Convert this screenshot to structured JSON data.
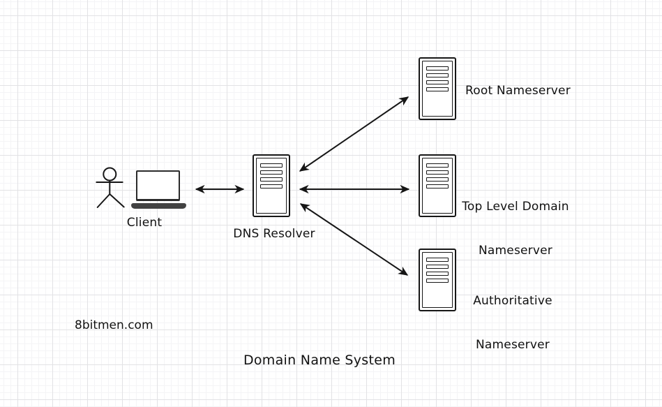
{
  "diagram": {
    "title": "Domain Name System",
    "watermark": "8bitmen.com",
    "nodes": {
      "client": {
        "label": "Client",
        "icon": "person-and-laptop"
      },
      "resolver": {
        "label": "DNS Resolver",
        "icon": "server"
      },
      "root_ns": {
        "label": "Root Nameserver",
        "icon": "server"
      },
      "tld_ns": {
        "line1": "Top Level Domain",
        "line2": "Nameserver",
        "icon": "server"
      },
      "auth_ns": {
        "line1": "Authoritative",
        "line2": "Nameserver",
        "icon": "server"
      }
    },
    "edges": [
      {
        "from": "Client",
        "to": "DNS Resolver",
        "type": "double-arrow"
      },
      {
        "from": "DNS Resolver",
        "to": "Root Nameserver",
        "type": "double-arrow"
      },
      {
        "from": "DNS Resolver",
        "to": "Top Level Domain Nameserver",
        "type": "double-arrow"
      },
      {
        "from": "DNS Resolver",
        "to": "Authoritative Nameserver",
        "type": "double-arrow"
      }
    ],
    "colors": {
      "background": "#ffffff",
      "grid_minor": "#f4f4f6",
      "grid_major": "#e2e2e5",
      "stroke": "#161616",
      "laptop_base": "#424242"
    }
  }
}
